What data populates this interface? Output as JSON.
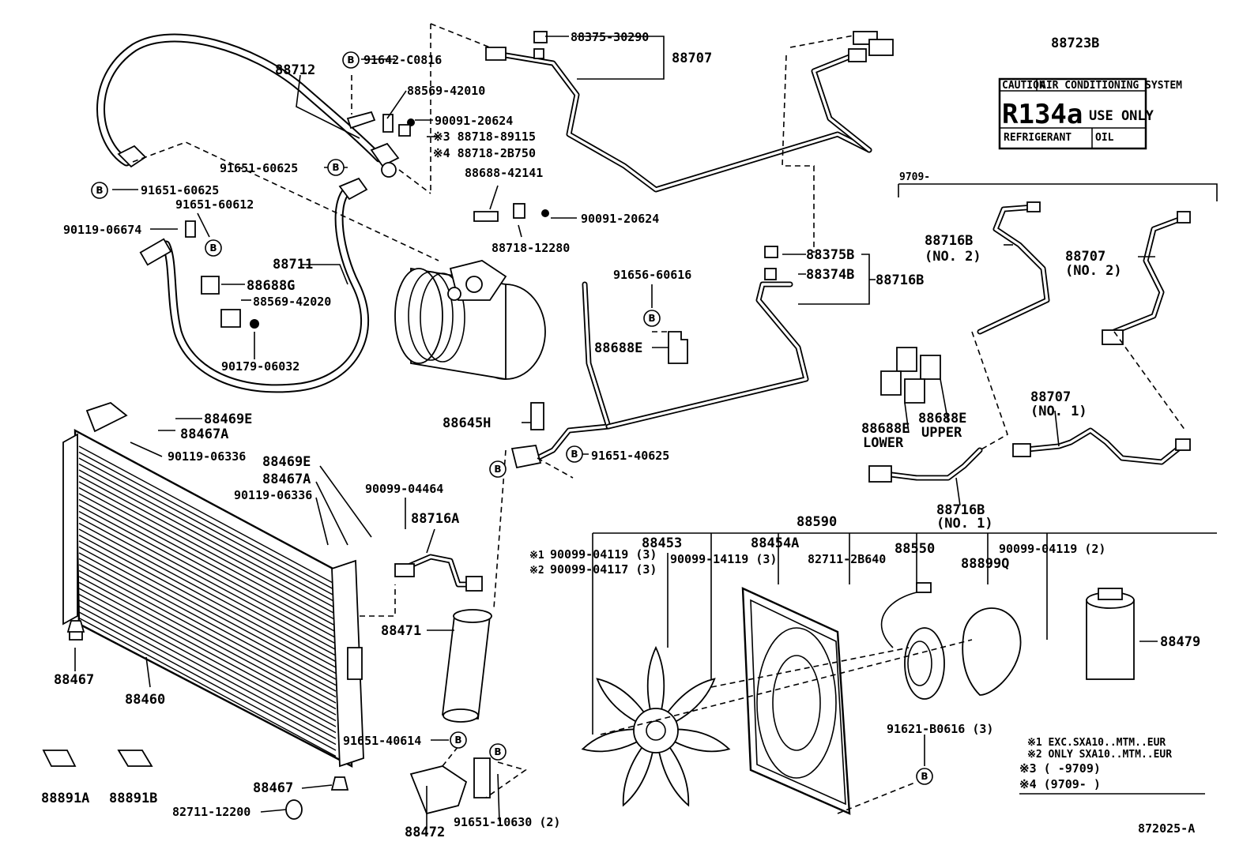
{
  "bmark": "B",
  "labels": {
    "p88712": "88712",
    "p91642": "91642-C0816",
    "p88569a": "88569-42010",
    "p90091a": "90091-20624",
    "p88718a": "※3 88718-89115",
    "p88718b": "※4 88718-2B750",
    "p88375": "88375-30290",
    "p88707": "88707",
    "p91651_60625a": "91651-60625",
    "p91651_60625b": "91651-60625",
    "p91651_60612": "91651-60612",
    "p90119_06674": "90119-06674",
    "p88688_42141": "88688-42141",
    "p90091b": "90091-20624",
    "p88718_12280": "88718-12280",
    "p88711": "88711",
    "p88688g": "88688G",
    "p88569b": "88569-42020",
    "p90179": "90179-06032",
    "p91656": "91656-60616",
    "p88688e": "88688E",
    "p88375b": "88375B",
    "p88374b": "88374B",
    "p88716b": "88716B",
    "p88469e_a": "88469E",
    "p88467a_a": "88467A",
    "p90119_06336a": "90119-06336",
    "p88469e_b": "88469E",
    "p88467a_b": "88467A",
    "p90119_06336b": "90119-06336",
    "p88645h": "88645H",
    "p91651_40625": "91651-40625",
    "p90099_04464": "90099-04464",
    "p88716a": "88716A",
    "p88471": "88471",
    "p88467a_c": "88467",
    "p88460": "88460",
    "p91651_40614": "91651-40614",
    "p88467b": "88467",
    "p82711_12200": "82711-12200",
    "p88891a": "88891A",
    "p88891b": "88891B",
    "p88472": "88472",
    "p91651_10630": "91651-10630 (2)",
    "p88590": "88590",
    "p88453": "88453",
    "p90099_04119_3": "90099-04119 (3)",
    "p90099_04117_3": "90099-04117 (3)",
    "p90099_14119": "90099-14119 (3)",
    "p88454a": "88454A",
    "p82711_2b640": "82711-2B640",
    "p88550": "88550",
    "p88899q": "88899Q",
    "p90099_04119_2": "90099-04119 (2)",
    "p88479": "88479",
    "p91621": "91621-B0616 (3)",
    "p88723b": "88723B",
    "p9709": "9709-",
    "p88716b_no2": "88716B",
    "p88716b_no2_sub": "(NO. 2)",
    "p88707_no2": "88707",
    "p88707_no2_sub": "(NO. 2)",
    "p88707_no1": "88707",
    "p88707_no1_sub": "(NO. 1)",
    "p88688e_lower": "88688E",
    "p88688e_lower_sub": "LOWER",
    "p88688e_upper": "88688E",
    "p88688e_upper_sub": "UPPER",
    "p88716b_no1": "88716B",
    "p88716b_no1_sub": "(NO. 1)",
    "mark1": "※1",
    "mark2": "※2",
    "code": "872025-A"
  },
  "sticker": {
    "row1_left": "CAUTION",
    "row1_right": "AIR CONDITIONING SYSTEM",
    "refrigerant": "R134a",
    "use_only": "USE ONLY",
    "row3_left": "REFRIGERANT",
    "row3_right": "OIL"
  },
  "legend": {
    "n1": "※1 EXC.SXA10..MTM..EUR",
    "n2": "※2 ONLY SXA10..MTM..EUR",
    "n3": "※3 (      -9709)",
    "n4": "※4 (9709-      )"
  }
}
